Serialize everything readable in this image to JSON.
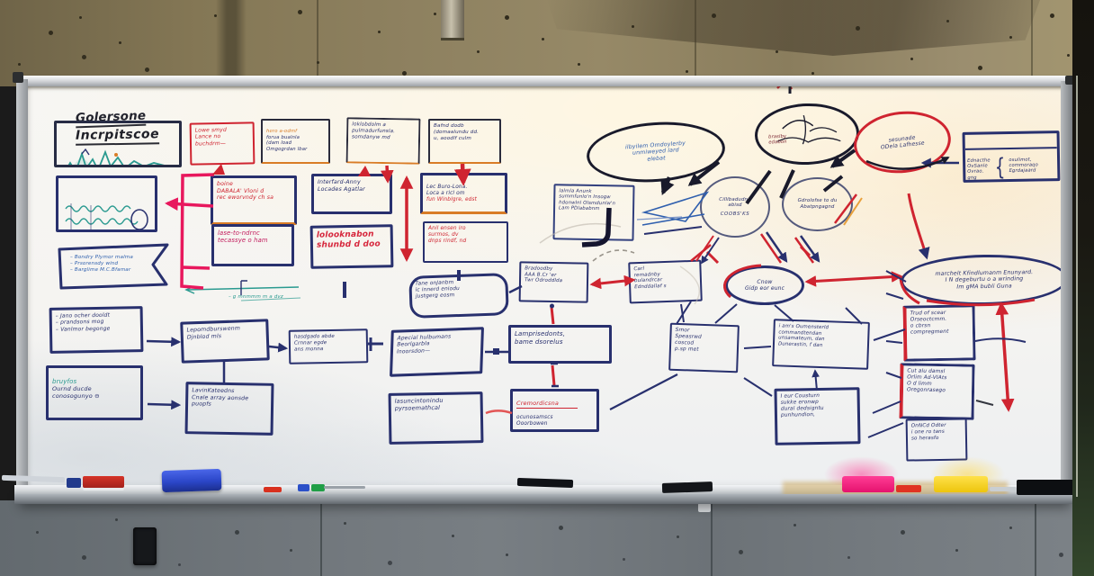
{
  "board": {
    "title": {
      "line1": "Golersone",
      "line2": "Incrpitscoe"
    },
    "notes": {
      "ribbon_list": {
        "text": "– Bondry Plymor malma\n– Prsorensdy wind\n– Barglime M.C.Bfamar"
      },
      "measure_note": {
        "text": "– g mnmmm m a dvz"
      },
      "bullet_list": {
        "text": "– Jano ocher dooldt\n– prandsons mog\n– Vanlmor begonge"
      },
      "teal_note": {
        "line1": "bruyfos",
        "line2": "Ournd ducde\nconosogunyo ⊖"
      },
      "red_note": {
        "text": "Lowe smyd\nLance no\nbuchdrm—"
      },
      "data_note": {
        "text": "boine\nDABALA' Vloni d\nrec eworvndy ch sa"
      },
      "crimson_note": {
        "text": "lase-to-ndrnc\ntecassye o ham"
      },
      "col1_note": {
        "line1": "hero a-odmf",
        "line2": "forua bualnla\n(dam load\nOmgogrdan lbar"
      },
      "col2_note": {
        "text": "loklobdolm a\npulmadurfunsla.\nsomdanyw md"
      },
      "col3_note": {
        "text": "Bafnd dodb\n(domaalundu dd.\nu, aoodlf culm"
      },
      "interfard_note": {
        "text": "Interfard-Anny\nLocades Agatlar"
      },
      "buro_note": {
        "line1": "Lec Buro-Lona.\nLoca a ricl om",
        "line2": "fun Winblgre, edst"
      },
      "lolook_note": {
        "text": "lolooknabon\nshunbd d doo"
      },
      "anil_note": {
        "text": "Anil ensen iro\nsurmos, dv\ndnps rindf, nd"
      },
      "tane_bubble": {
        "text": "Tane onJanbm\nic innerd eniodu\njustgerg eosm"
      },
      "brad_note": {
        "text": "Bradoodby\nAAA B.Cr 'er\nTwr Odroddlda"
      },
      "carl_note": {
        "text": "Carl\nremadnby\nbulandrcar\nEdnddallaf s"
      },
      "core_ellipse": {
        "text": "Cnow\nGidp eor eunc"
      },
      "smon_note": {
        "text": "Smor\nSpeasrwd\ncoscod\np.sp met"
      },
      "mid_note_1": {
        "text": "i am's Oumensterld\ncommandtendan\nunsamateum, dan\nDunerastin, f dan"
      },
      "mid_note_2": {
        "text": "I eur Cousturn\nsukke eronwp\ndural dedsigntu\npunhundion,"
      },
      "speech_bubble": {
        "text": "ilbyilem Omdoylerby\nunmiweyed lard\nelebat"
      },
      "blue_list": {
        "text": "lalmla Anunk\nsummfunlo'n lnsogw\nhdonwlnl Olsmdunlw'n\nLam PDlababnm"
      },
      "brain_label": {
        "text": "braslby\nedabon"
      },
      "red_ellipse": {
        "text": "sesunade\nODela Lafhesse"
      },
      "table_note": {
        "left": "Ednacthe\nOvSanle\nOvrao.\ngng",
        "brace": "{",
        "right": "osulimot,\ncommoraqo\nEgrdajaard"
      },
      "big_ellipse": {
        "text": "marchelt Kfindlumanm Enunyard.\nI N degeburtu o a wrinding\nIm gMA bubli Guna"
      },
      "right_note_1": {
        "text": "Trud of scear\nOrseoctcmm.\no cbrsn\ncompregment"
      },
      "right_note_2": {
        "text": "Cut alu damsl\nOrlim Ad-VIAts\nO d limm\nOregonrasego"
      },
      "right_note_3": {
        "text": "OnNCd Odter\ni one ro tans\nso herasfo"
      },
      "parallelogram_note": {
        "text": "Apecial hulbumans\nBeorlgarbla\nlnoorsdon—"
      },
      "lampr_note": {
        "text": "Lamprisedonts,\nbame dsorelus"
      },
      "crem_note": {
        "line1": "Cremordicsna",
        "line2": "ocunosamscs\nOoorbowen"
      },
      "g_note": {
        "text": "lasuncintonindu\npyrsoemathcal"
      },
      "bl_note_2": {
        "text": "Lepomdburswenm\nDjnblod mls"
      },
      "bl_note_3": {
        "text": "hasdgado abde\nCrnnar egde\nans monna"
      },
      "f_note": {
        "text": "LavinKateedns\nCnale array aonsde\npuopfs"
      },
      "coobs_circle": {
        "line1": "Cillibadudnd\nabisd",
        "line2": "COOBS'KS"
      },
      "gdro_circle": {
        "text": "Gdrolofse to du\nAbatpngagnd"
      }
    },
    "ink_colors": {
      "navy": "#28306e",
      "red": "#cf2430",
      "crimson": "#c2185b",
      "blue": "#2f5fae",
      "teal": "#2a9a90",
      "orange": "#d97c26",
      "black": "#191a2b",
      "maroon": "#7a2430",
      "pink": "#e8185d"
    }
  }
}
